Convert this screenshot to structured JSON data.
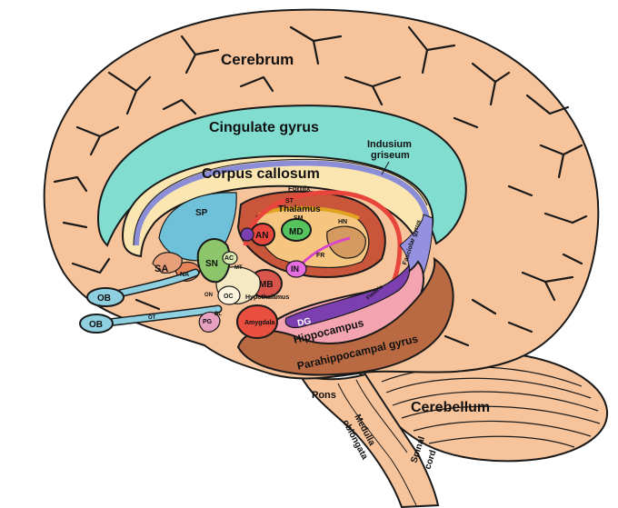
{
  "colors": {
    "cortex": "#f7c39a",
    "cingulate": "#80ddd0",
    "corpus_callosum": "#fbe5b0",
    "fornix_ring": "#8b8ed6",
    "thalamus": "#c9553b",
    "md_nucleus": "#55c45e",
    "an_nucleus": "#e8453c",
    "hippocampus": "#f4a4b0",
    "dentate": "#7b3fb0",
    "parahippocampal": "#b96a43",
    "cerebellum": "#f7c39a",
    "olfactory": "#8ed0e0",
    "septal": "#6ec1d8",
    "mammillary": "#d9544a",
    "amygdala": "#e84f3f",
    "nucleus_sn": "#8cc56a"
  },
  "labels": {
    "cerebrum": "Cerebrum",
    "cingulate_gyrus": "Cingulate gyrus",
    "indusium_line1": "Indusium",
    "indusium_line2": "griseum",
    "corpus_callosum": "Corpus callosum",
    "fornix": "Fornix",
    "st": "ST",
    "thalamus": "Thalamus",
    "sm": "SM",
    "md": "MD",
    "hn": "HN",
    "an": "AN",
    "sp": "SP",
    "fasciolar_gyrus": "Fasciolar gyrus",
    "sa": "SA",
    "sn": "SN",
    "ac": "AC",
    "mt": "MT",
    "na": "NA",
    "in": "IN",
    "fr": "FR",
    "fimbria": "Fimbria",
    "mb": "MB",
    "hypothalamus": "Hypothalamus",
    "oc": "OC",
    "on": "ON",
    "ob_upper": "OB",
    "ob_lower": "OB",
    "ot": "OT",
    "dl": "DL",
    "pg": "PG",
    "amygdala": "Amygdala",
    "dg": "DG",
    "hippocampus": "Hippocampus",
    "parahippocampal_gyrus": "Parahippocampal gyrus",
    "pons": "Pons",
    "medulla_line1": "Medulla",
    "medulla_line2": "oblongata",
    "spinal_line1": "Spinal",
    "spinal_line2": "cord",
    "cerebellum": "Cerebellum"
  }
}
